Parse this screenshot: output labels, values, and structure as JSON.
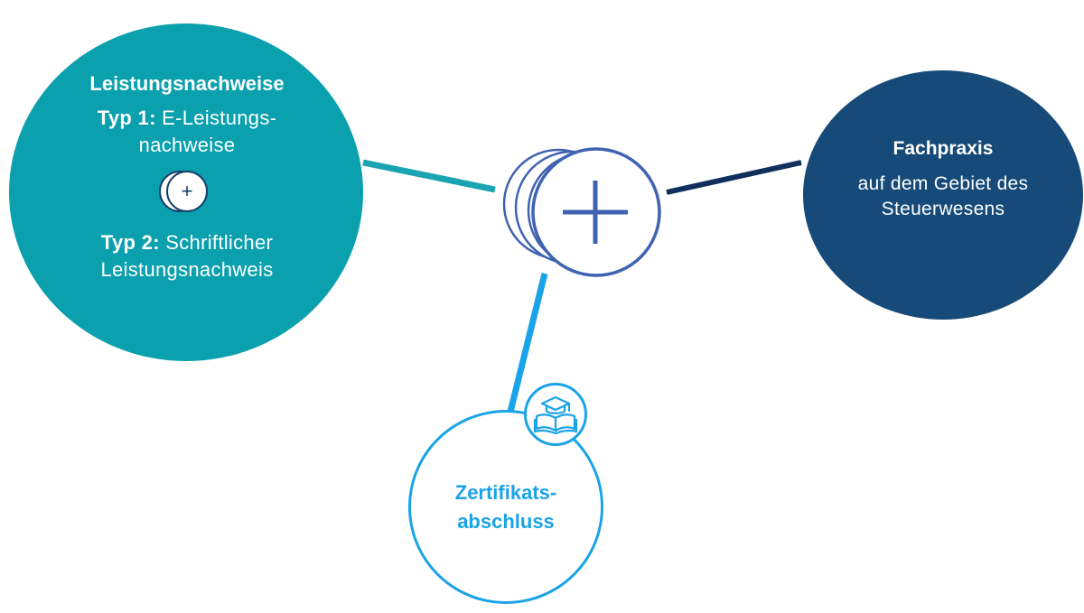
{
  "leistungsnachweise": {
    "title": "Leistungsnachweise",
    "type1_label": "Typ 1:",
    "type1_text_line1": "E-Leistungs-",
    "type1_text_line2": "nachweise",
    "type2_label": "Typ 2:",
    "type2_text_line1": "Schriftlicher",
    "type2_text_line2": "Leistungsnachweis",
    "color": "#0aa0ad"
  },
  "fachpraxis": {
    "title": "Fachpraxis",
    "line1": "auf dem Gebiet des",
    "line2": "Steuerwesens",
    "color": "#164a78"
  },
  "zertifikat": {
    "line1": "Zertifikats-",
    "line2": "abschluss",
    "color": "#1aa3e8",
    "icon": "graduation-book-icon"
  },
  "center": {
    "icon": "plus-icon",
    "color": "#3f63b0"
  },
  "connectors": {
    "teal": "#1aa3b0",
    "navy": "#0f2f5c",
    "blue": "#1aa3e8"
  }
}
